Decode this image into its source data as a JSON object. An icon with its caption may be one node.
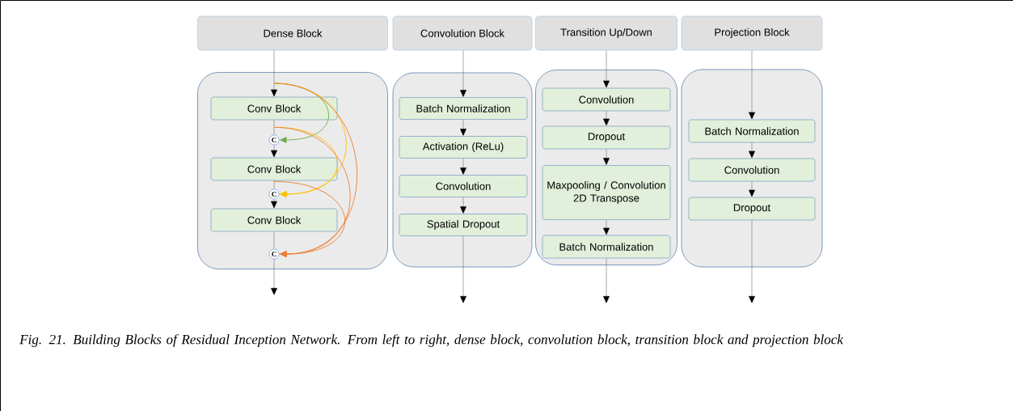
{
  "diagram": {
    "caption": "Fig. 21. Building Blocks of Residual Inception Network. From left to right, dense block, convolution block, transition block and projection block",
    "nodes": [
      {
        "text": [
          "Dense Block"
        ]
      },
      {
        "text": [
          "Convolution Block"
        ]
      },
      {
        "text": [
          "Transition Up/Down"
        ]
      },
      {
        "text": [
          "Projection Block"
        ]
      },
      {
        "text": [],
        "shape": "box"
      },
      {
        "text": [
          "Conv Block"
        ],
        "in": 4
      },
      {
        "text": [
          "C"
        ],
        "in": 4
      },
      {
        "text": [
          "Conv Block"
        ],
        "in": 4
      },
      {
        "text": [
          "C"
        ],
        "in": 4
      },
      {
        "text": [
          "Conv Block"
        ],
        "in": 4
      },
      {
        "text": [
          "C"
        ],
        "in": 4
      },
      {
        "text": [],
        "shape": "box"
      },
      {
        "text": [
          "Batch Normalization"
        ],
        "in": 11
      },
      {
        "text": [
          "Activation (ReLu)"
        ],
        "in": 11
      },
      {
        "text": [
          "Convolution"
        ],
        "in": 11
      },
      {
        "text": [
          "Spatial Dropout"
        ],
        "in": 11
      },
      {
        "text": [],
        "shape": "box"
      },
      {
        "text": [
          "Convolution"
        ],
        "in": 16
      },
      {
        "text": [
          "Dropout"
        ],
        "in": 16
      },
      {
        "text": [
          "Maxpooling / Convolution 2D Transpose"
        ],
        "in": 16
      },
      {
        "text": [
          "Batch Normalization"
        ],
        "in": 16
      },
      {
        "text": [],
        "shape": "box"
      },
      {
        "text": [
          "Batch Normalization"
        ],
        "in": 21
      },
      {
        "text": [
          "Convolution"
        ],
        "in": 21
      },
      {
        "text": [
          "Dropout"
        ],
        "in": 21
      }
    ],
    "edges": [
      {
        "from": 0,
        "to": 5,
        "arrow": "to"
      },
      {
        "from": 5,
        "to": 6,
        "arrow": "none"
      },
      {
        "from": 6,
        "to": 7,
        "arrow": "to"
      },
      {
        "from": 7,
        "to": 8,
        "arrow": "none"
      },
      {
        "from": 8,
        "to": 9,
        "arrow": "to"
      },
      {
        "from": 9,
        "to": 10,
        "arrow": "none"
      },
      {
        "from": 10,
        "to": null,
        "arrow": "to"
      },
      {
        "from": null,
        "to": 6,
        "arrow": "to",
        "color": "#70ad47"
      },
      {
        "from": null,
        "to": 8,
        "arrow": "to",
        "color": "#ffc000"
      },
      {
        "from": null,
        "to": 10,
        "arrow": "to",
        "color": "#ed7d31"
      },
      {
        "from": 5,
        "to": 8,
        "arrow": "to",
        "color": "#ffc000"
      },
      {
        "from": 5,
        "to": 10,
        "arrow": "to",
        "color": "#ed7d31"
      },
      {
        "from": 7,
        "to": 10,
        "arrow": "to",
        "color": "#ed7d31"
      },
      {
        "from": 1,
        "to": 12,
        "arrow": "to"
      },
      {
        "from": 12,
        "to": 13,
        "arrow": "to"
      },
      {
        "from": 13,
        "to": 14,
        "arrow": "to"
      },
      {
        "from": 14,
        "to": 15,
        "arrow": "to"
      },
      {
        "from": 15,
        "to": null,
        "arrow": "to"
      },
      {
        "from": 2,
        "to": 17,
        "arrow": "to"
      },
      {
        "from": 17,
        "to": 18,
        "arrow": "to"
      },
      {
        "from": 18,
        "to": 19,
        "arrow": "to"
      },
      {
        "from": 19,
        "to": 20,
        "arrow": "to"
      },
      {
        "from": 20,
        "to": null,
        "arrow": "to"
      },
      {
        "from": 3,
        "to": 22,
        "arrow": "to"
      },
      {
        "from": 22,
        "to": 23,
        "arrow": "to"
      },
      {
        "from": 23,
        "to": 24,
        "arrow": "to"
      },
      {
        "from": 24,
        "to": null,
        "arrow": "to"
      }
    ]
  }
}
